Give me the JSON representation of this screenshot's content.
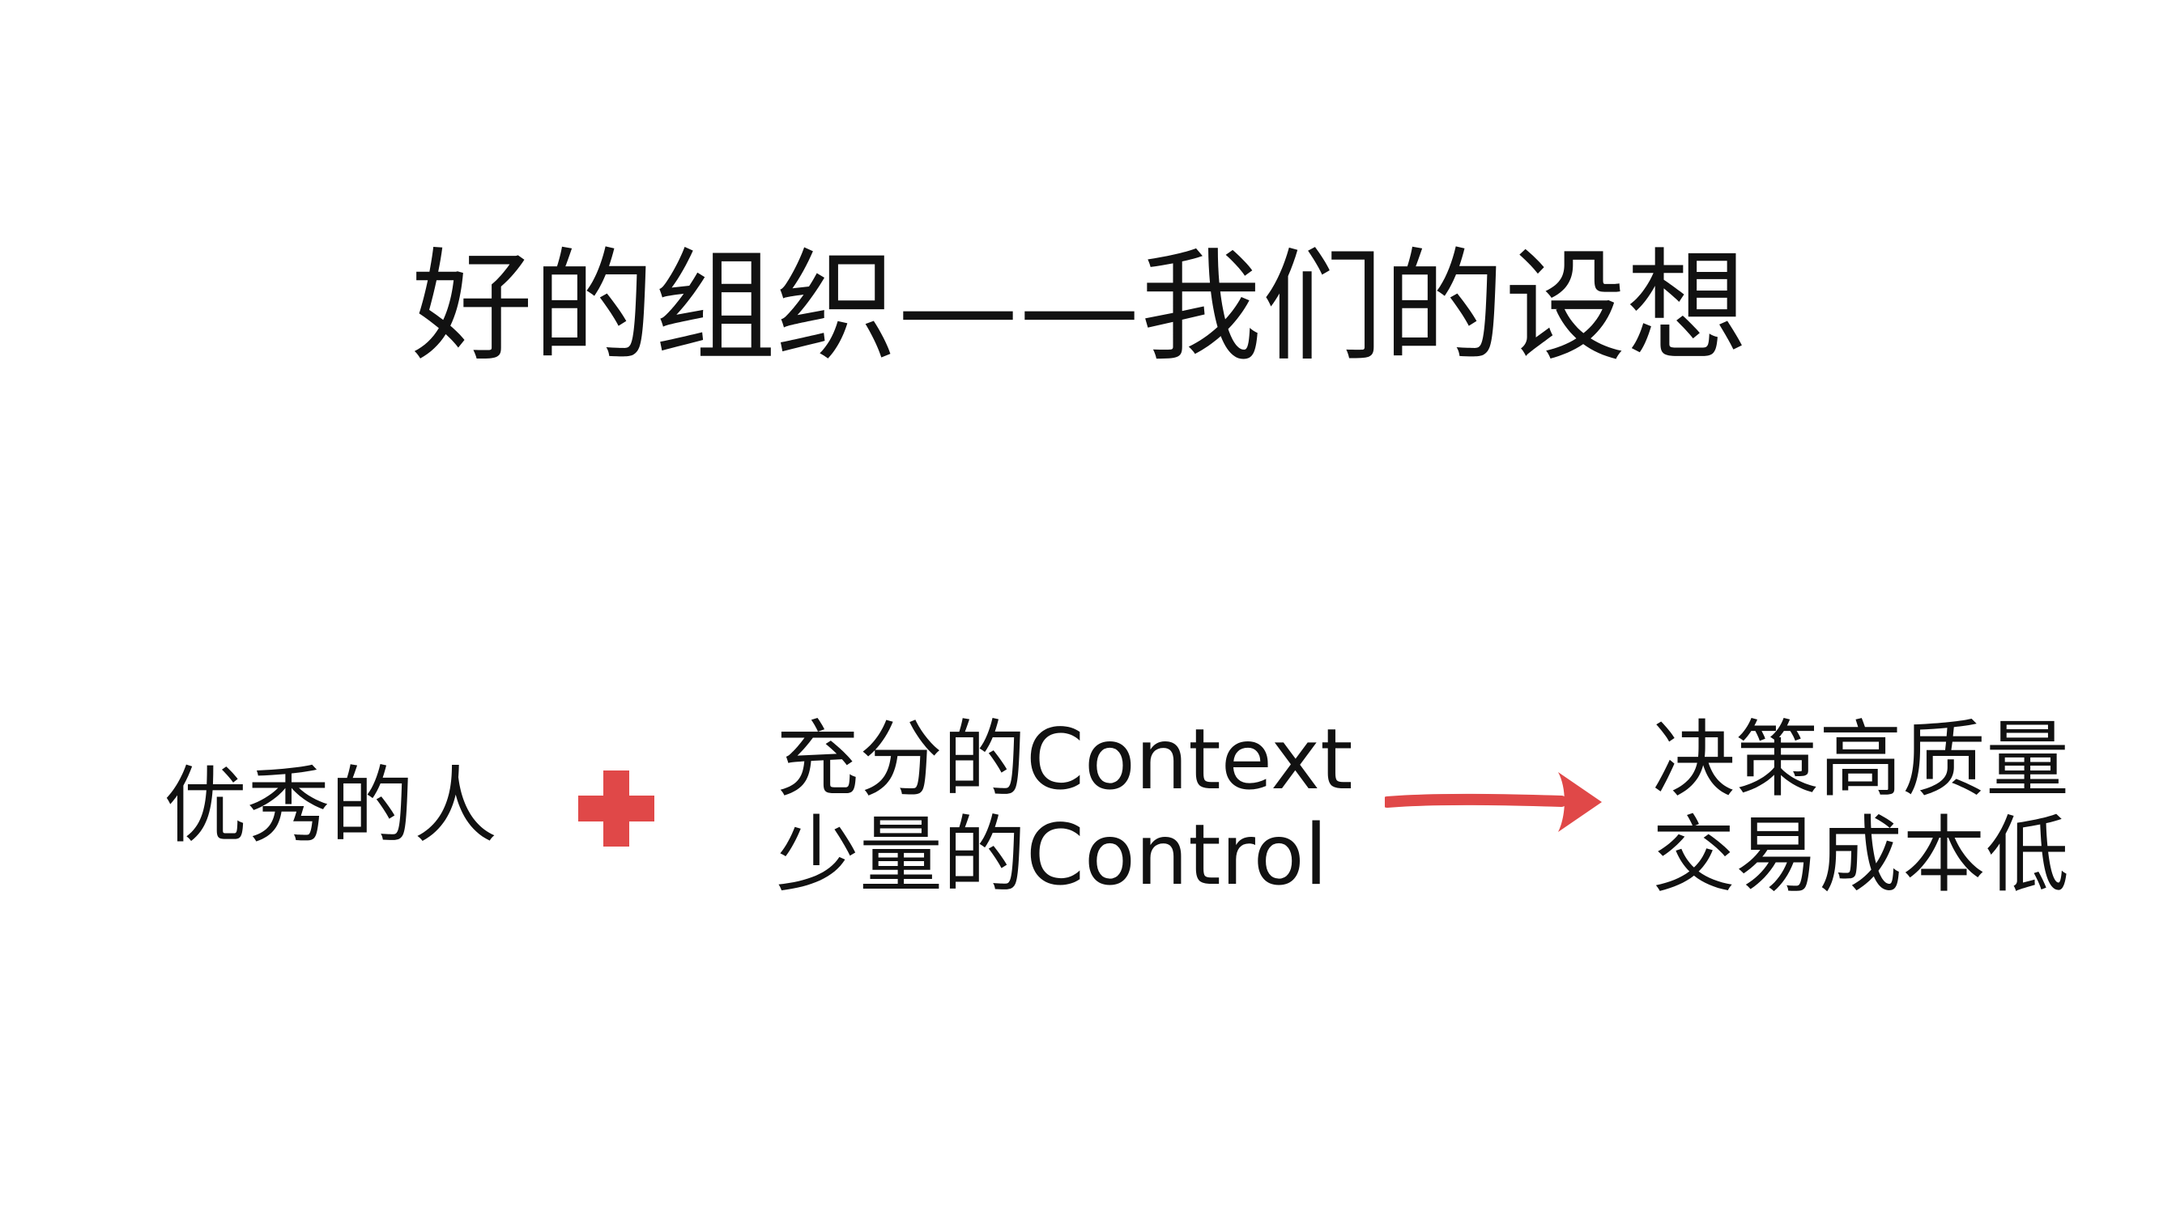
{
  "slide": {
    "title": "好的组织——我们的设想",
    "left_term": "优秀的人",
    "plus_icon": "plus-icon",
    "middle_lines": [
      "充分的Context",
      "少量的Control"
    ],
    "arrow_icon": "arrow-right-icon",
    "result_lines": [
      "决策高质量",
      "交易成本低"
    ],
    "accent_color": "#e04848"
  }
}
